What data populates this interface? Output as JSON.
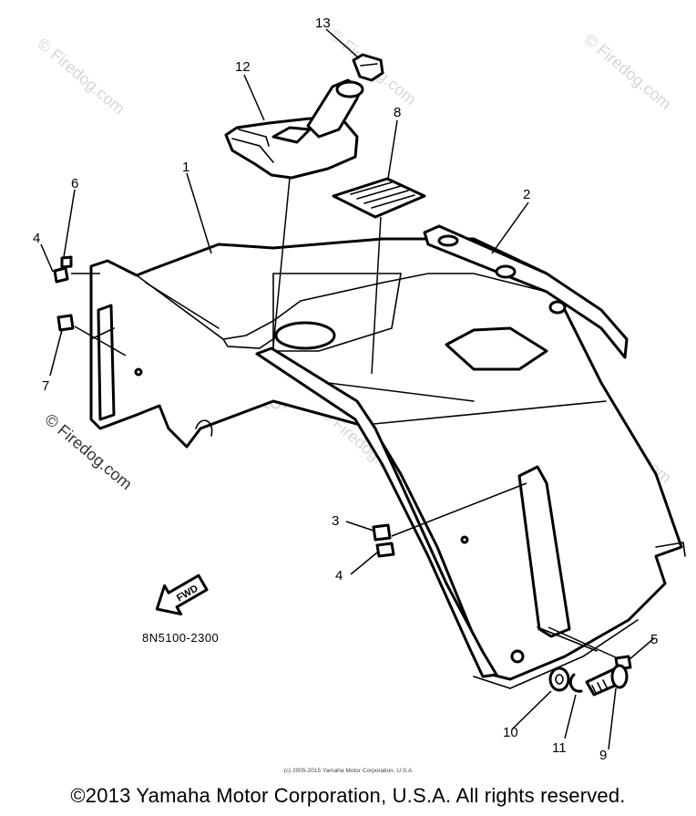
{
  "watermarks": {
    "site": "© Firedog.com",
    "company": "Yamaha Motor Corp, U.S.A"
  },
  "diagram_code": "8N5100-2300",
  "fwd_label": "FWD",
  "callouts": {
    "c1": "1",
    "c2": "2",
    "c3": "3",
    "c4a": "4",
    "c4b": "4",
    "c5": "5",
    "c6": "6",
    "c7": "7",
    "c8": "8",
    "c9": "9",
    "c10": "10",
    "c11": "11",
    "c12": "12",
    "c13": "13"
  },
  "small_copyright": "(c) 2005-2015 Yamaha Motor Corporation, U.S.A",
  "copyright": "©2013 Yamaha Motor Corporation, U.S.A. All rights reserved."
}
